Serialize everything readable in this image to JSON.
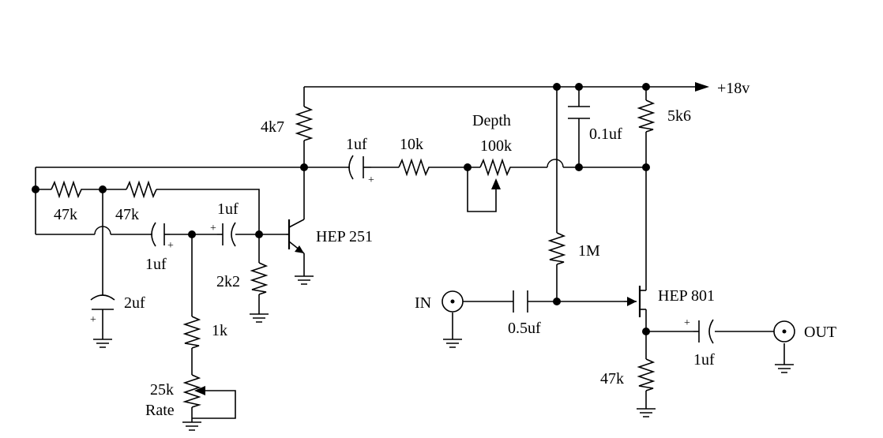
{
  "labels": {
    "supply": "+18v",
    "r_4k7": "4k7",
    "r_5k6": "5k6",
    "c_01uf": "0.1uf",
    "c_1uf_top": "1uf",
    "r_10k": "10k",
    "pot_depth_name": "Depth",
    "pot_depth_value": "100k",
    "r_47k_a": "47k",
    "r_47k_b": "47k",
    "c_1uf_mid": "1uf",
    "c_1uf_low": "1uf",
    "q1": "HEP 251",
    "r_2k2": "2k2",
    "c_2uf": "2uf",
    "r_1k": "1k",
    "pot_rate_value": "25k",
    "pot_rate_name": "Rate",
    "r_1m": "1M",
    "q2": "HEP 801",
    "input": "IN",
    "c_05uf": "0.5uf",
    "c_1uf_out": "1uf",
    "output": "OUT",
    "r_47k_c": "47k",
    "plus": "+"
  }
}
